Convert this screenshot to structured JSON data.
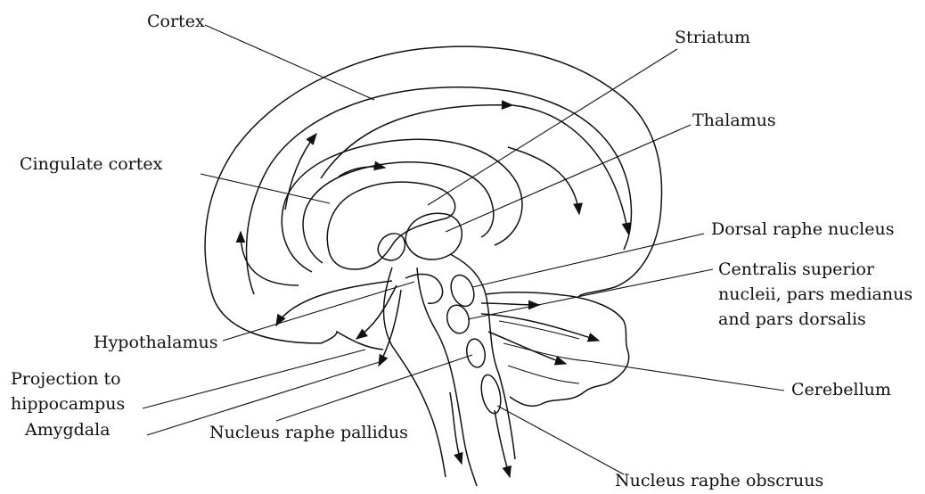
{
  "labels": {
    "cortex": "Cortex",
    "striatum": "Striatum",
    "thalamus": "Thalamus",
    "cingulate": "Cingulate cortex",
    "dorsal_raphe": "Dorsal raphe nucleus",
    "centralis_1": "Centralis superior",
    "centralis_2": "nucleii, pars medianus",
    "centralis_3": "and pars dorsalis",
    "hypothalamus": "Hypothalamus",
    "projection_1": "Projection to",
    "projection_2": "hippocampus",
    "amygdala": "Amygdala",
    "raphe_pallidus": "Nucleus raphe pallidus",
    "cerebellum": "Cerebellum",
    "raphe_obscuus": "Nucleus raphe obscruus"
  }
}
